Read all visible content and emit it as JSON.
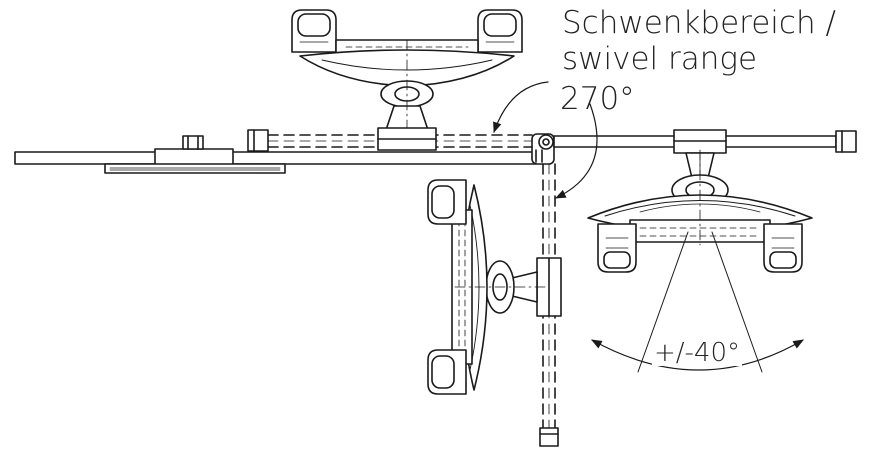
{
  "labels": {
    "swivel_de": "Schwenkbereich /",
    "swivel_en": "swivel range",
    "swivel_angle": "270°",
    "tilt_angle": "+/-40°"
  },
  "colors": {
    "line": "#1a1a1a",
    "background": "#ffffff"
  }
}
